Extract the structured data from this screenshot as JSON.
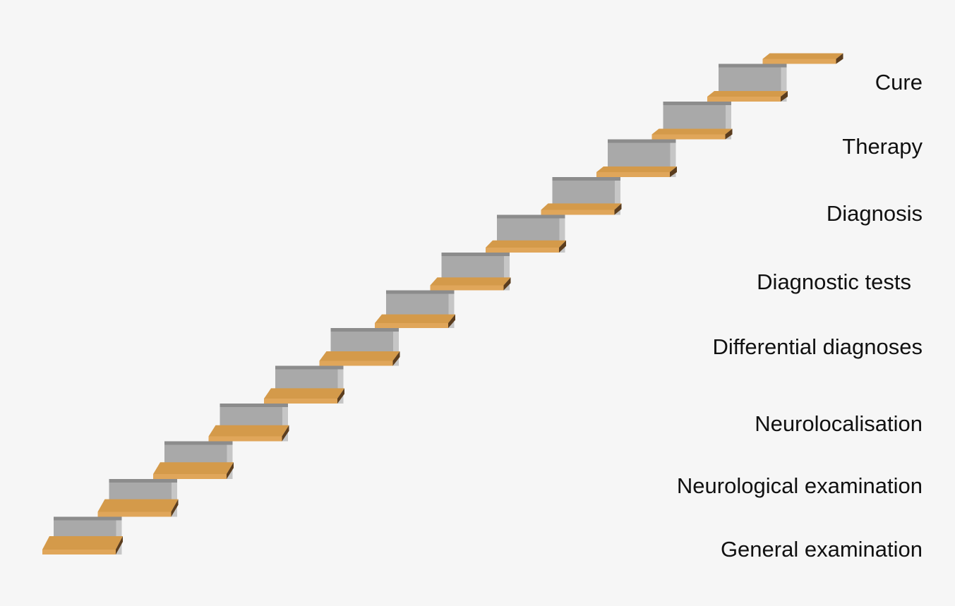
{
  "diagram": {
    "type": "staircase",
    "step_count": 14,
    "colors": {
      "background": "#f6f6f6",
      "tread_top": "#d49a4a",
      "tread_front": "#e0a65a",
      "tread_shadow": "#5b3d1e",
      "riser_face": "#a9a9a9",
      "riser_side": "#c6c6c6",
      "label_text": "#111111"
    },
    "labels": [
      "General examination",
      "Neurological examination",
      "Neurolocalisation",
      "Differential diagnoses",
      "Diagnostic tests",
      "Diagnosis",
      "Therapy",
      "Cure"
    ]
  }
}
